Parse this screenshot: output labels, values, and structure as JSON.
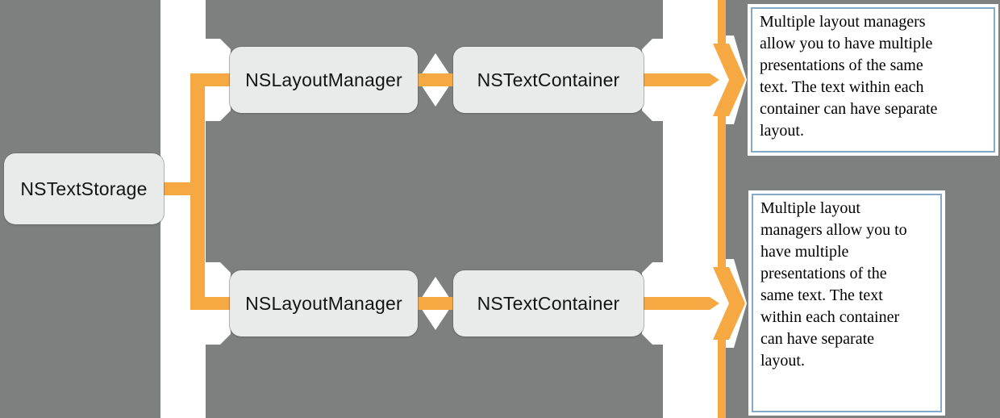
{
  "diagram": {
    "nodes": {
      "text_storage": {
        "label": "NSTextStorage"
      },
      "layout_manager_top": {
        "label": "NSLayoutManager"
      },
      "text_container_top": {
        "label": "NSTextContainer"
      },
      "layout_manager_bottom": {
        "label": "NSLayoutManager"
      },
      "text_container_bottom": {
        "label": "NSTextContainer"
      }
    },
    "annotations": {
      "top_note": {
        "text": "Multiple layout managers\nallow you to have multiple\npresentations of the same\ntext. The text within each\ncontainer can have separate\nlayout."
      },
      "bottom_note": {
        "text": "Multiple layout\nmanagers allow you to\nhave multiple\npresentations of the\nsame text. The text\nwithin each container\ncan have separate\nlayout."
      }
    },
    "icons": {
      "arrowhead": "chevron-right",
      "junction": "diamond"
    },
    "colors": {
      "background": "#7D807E",
      "channel": "#FFFFFF",
      "connector": "#F6A843",
      "node_fill": "#E9EAEA",
      "node_text": "#141414",
      "annotation_background": "#FFFFFF",
      "annotation_border": "#85AAC8",
      "annotation_text": "#000000"
    }
  }
}
